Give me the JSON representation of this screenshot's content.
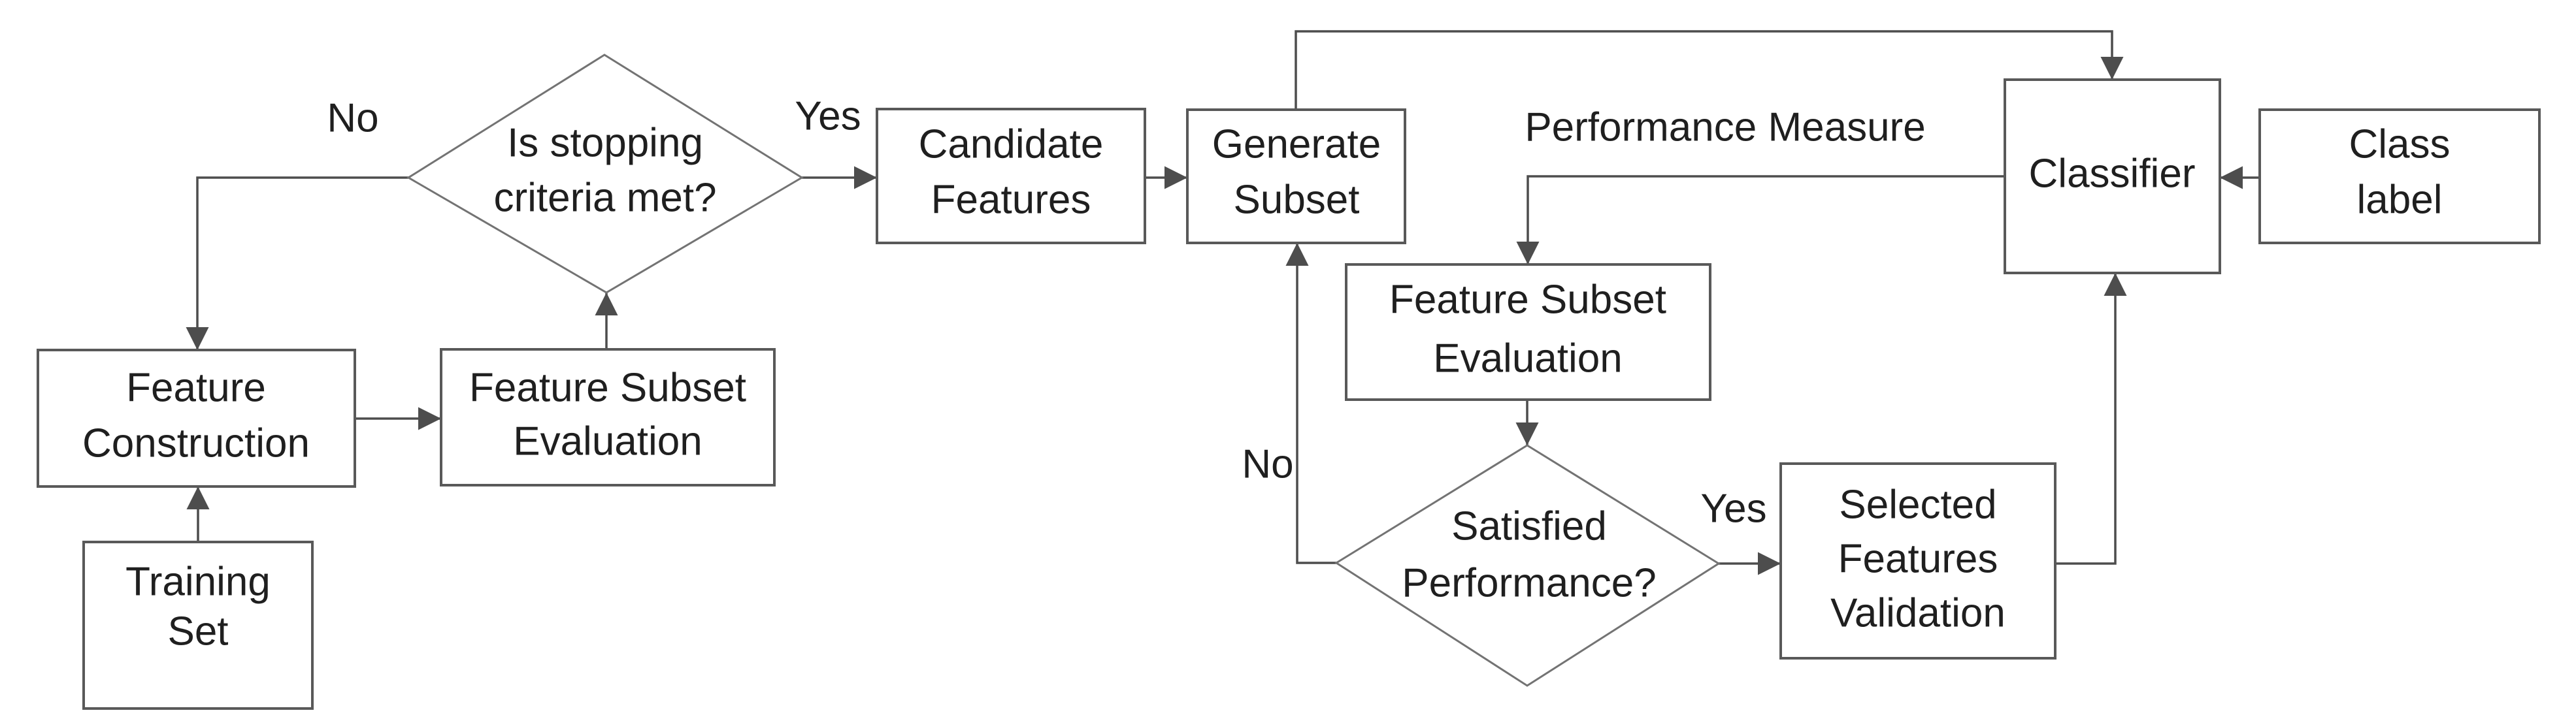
{
  "diagram": {
    "type": "flowchart",
    "colors": {
      "background": "#ffffff",
      "box_border": "#595959",
      "diamond_border": "#737373",
      "line": "#4d4d4d",
      "text": "#1f1f1f"
    },
    "nodes": {
      "training_set": {
        "shape": "rect",
        "lines": [
          "Training",
          "Set"
        ]
      },
      "feature_construction": {
        "shape": "rect",
        "lines": [
          "Feature",
          "Construction"
        ]
      },
      "feature_subset_evaluation_left": {
        "shape": "rect",
        "lines": [
          "Feature Subset",
          "Evaluation"
        ]
      },
      "stopping_criteria": {
        "shape": "diamond",
        "lines": [
          "Is stopping",
          "criteria met?"
        ]
      },
      "candidate_features": {
        "shape": "rect",
        "lines": [
          "Candidate",
          "Features"
        ]
      },
      "generate_subset": {
        "shape": "rect",
        "lines": [
          "Generate",
          "Subset"
        ]
      },
      "feature_subset_evaluation_right": {
        "shape": "rect",
        "lines": [
          "Feature Subset",
          "Evaluation"
        ]
      },
      "satisfied_performance": {
        "shape": "diamond",
        "lines": [
          "Satisfied",
          "Performance?"
        ]
      },
      "selected_features_validation": {
        "shape": "rect",
        "lines": [
          "Selected",
          "Features",
          "Validation"
        ]
      },
      "classifier": {
        "shape": "rect",
        "lines": [
          "Classifier"
        ]
      },
      "class_label": {
        "shape": "rect",
        "lines": [
          "Class",
          "label"
        ]
      }
    },
    "edge_labels": {
      "no_left": "No",
      "yes_left": "Yes",
      "no_right": "No",
      "yes_right": "Yes",
      "performance_measure": "Performance Measure"
    }
  }
}
